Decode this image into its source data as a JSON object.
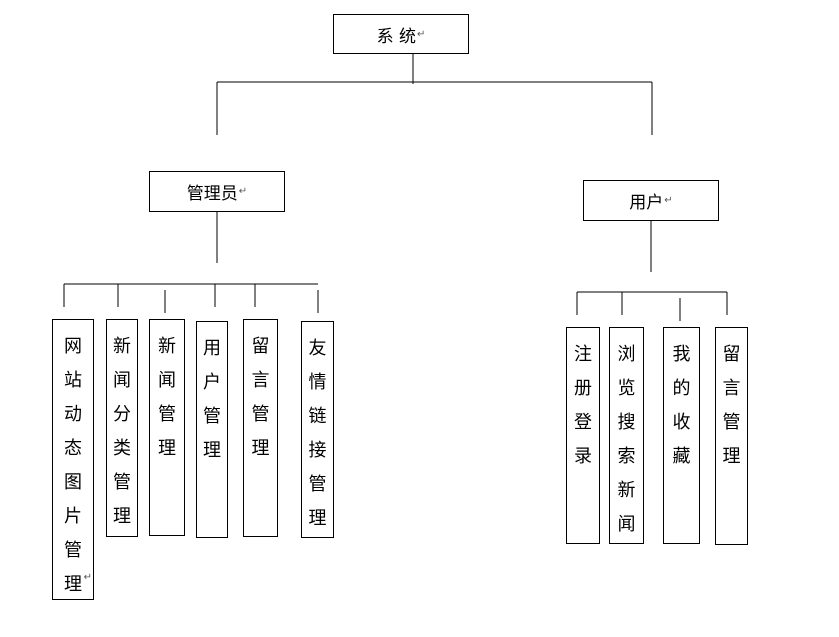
{
  "root": {
    "label": "系 统",
    "mark": "↵"
  },
  "branches": [
    {
      "label": "管理员",
      "mark": "↵",
      "children": [
        {
          "label": "网站动态图片管理",
          "mark": "↵"
        },
        {
          "label": "新闻分类管理"
        },
        {
          "label": "新闻管理"
        },
        {
          "label": "用户管理"
        },
        {
          "label": "留言管理"
        },
        {
          "label": "友情链接管理"
        }
      ]
    },
    {
      "label": "用户",
      "mark": "↵",
      "children": [
        {
          "label": "注册登录"
        },
        {
          "label": "浏览搜索新闻"
        },
        {
          "label": "我的收藏"
        },
        {
          "label": "留言管理"
        }
      ]
    }
  ],
  "colors": {
    "line": "#000000",
    "box_border": "#000000",
    "background": "#ffffff"
  }
}
